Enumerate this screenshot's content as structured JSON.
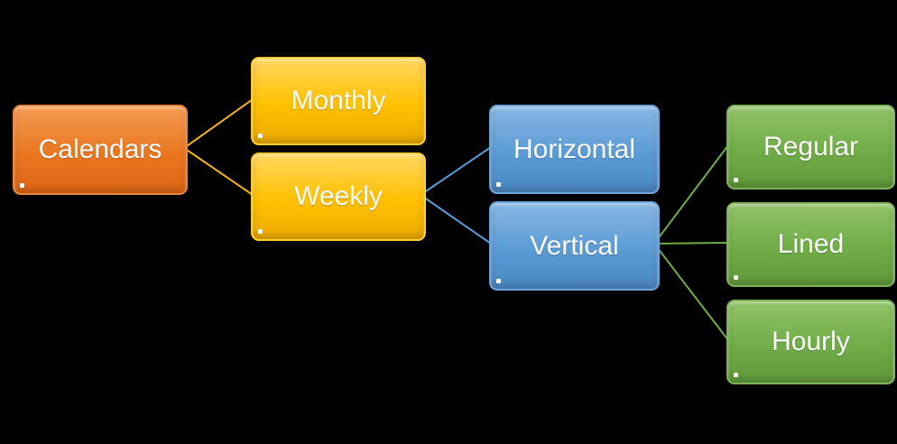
{
  "background": "#000000",
  "text_color": "#FFFFFF",
  "nodes": {
    "calendars": {
      "label": "Calendars",
      "color": "#EA761F"
    },
    "monthly": {
      "label": "Monthly",
      "color": "#FFC000"
    },
    "weekly": {
      "label": "Weekly",
      "color": "#FFC000"
    },
    "horizontal": {
      "label": "Horizontal",
      "color": "#5B9BD5"
    },
    "vertical": {
      "label": "Vertical",
      "color": "#5B9BD5"
    },
    "regular": {
      "label": "Regular",
      "color": "#70AD47"
    },
    "lined": {
      "label": "Lined",
      "color": "#70AD47"
    },
    "hourly": {
      "label": "Hourly",
      "color": "#70AD47"
    }
  },
  "edges": [
    {
      "from": "calendars",
      "to": "monthly",
      "color": "#F2B01E"
    },
    {
      "from": "calendars",
      "to": "weekly",
      "color": "#F2B01E"
    },
    {
      "from": "weekly",
      "to": "horizontal",
      "color": "#5B9BD5"
    },
    {
      "from": "weekly",
      "to": "vertical",
      "color": "#5B9BD5"
    },
    {
      "from": "vertical",
      "to": "regular",
      "color": "#70AD47"
    },
    {
      "from": "vertical",
      "to": "lined",
      "color": "#70AD47"
    },
    {
      "from": "vertical",
      "to": "hourly",
      "color": "#70AD47"
    }
  ]
}
